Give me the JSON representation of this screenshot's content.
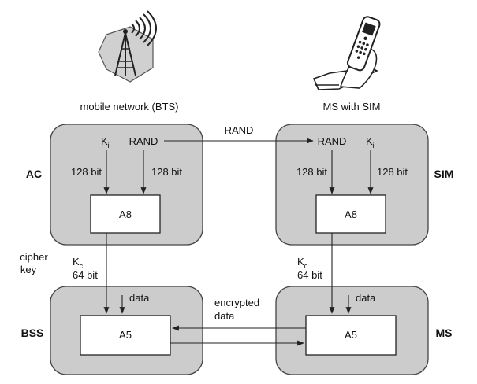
{
  "icons": {
    "left": "bts-tower-icon",
    "right": "mobile-phone-with-sim-icon"
  },
  "top_labels": {
    "bts": "mobile network (BTS)",
    "ms": "MS with SIM"
  },
  "side_labels": {
    "ac": "AC",
    "sim": "SIM",
    "bss": "BSS",
    "ms": "MS"
  },
  "ac_panel": {
    "ki_main": "K",
    "ki_sub": "i",
    "rand": "RAND",
    "bits_left": "128 bit",
    "bits_right": "128 bit",
    "algo": "A8"
  },
  "sim_panel": {
    "rand": "RAND",
    "ki_main": "K",
    "ki_sub": "i",
    "bits_left": "128 bit",
    "bits_right": "128 bit",
    "algo": "A8"
  },
  "rand_transfer": "RAND",
  "cipher_key": {
    "label_line1": "cipher",
    "label_line2": "key",
    "left_kc_main": "K",
    "left_kc_sub": "c",
    "left_bits": "64 bit",
    "right_kc_main": "K",
    "right_kc_sub": "c",
    "right_bits": "64 bit"
  },
  "bss_panel": {
    "data": "data",
    "algo": "A5"
  },
  "ms_panel": {
    "data": "data",
    "algo": "A5"
  },
  "encrypted": {
    "line1": "encrypted",
    "line2": "data"
  }
}
